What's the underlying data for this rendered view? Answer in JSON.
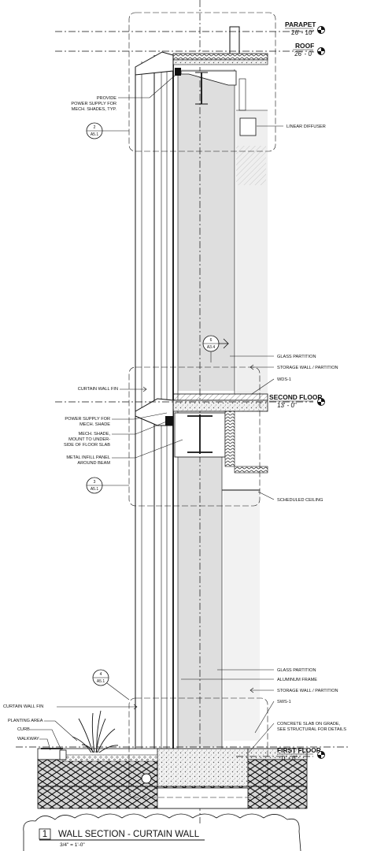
{
  "levels": [
    {
      "key": "parapet",
      "name": "PARAPET",
      "elevation": "26' - 10\""
    },
    {
      "key": "roof",
      "name": "ROOF",
      "elevation": "26' - 0\""
    },
    {
      "key": "second",
      "name": "SECOND FLOOR",
      "elevation": "13' - 0\""
    },
    {
      "key": "first",
      "name": "FIRST FLOOR",
      "elevation": "0' - 0\""
    }
  ],
  "annotations": {
    "power_supply_top": [
      "PROVIDE",
      "POWER SUPPLY FOR",
      "MECH. SHADES, TYP."
    ],
    "linear_diffuser": [
      "LINEAR DIFFUSER"
    ],
    "glass_partition_upper": [
      "GLASS PARTITION"
    ],
    "storage_wall_upper": [
      "STORAGE WALL / PARTITION"
    ],
    "wds": [
      "WDS-1"
    ],
    "curtain_wall_fin_upper": [
      "CURTAIN WALL FIN"
    ],
    "power_supply_mid": [
      "POWER SUPPLY FOR",
      "MECH. SHADE"
    ],
    "mech_shade": [
      "MECH. SHADE,",
      "MOUNT TO UNDER-",
      "SIDE OF FLOOR SLAB"
    ],
    "metal_infill": [
      "METAL INFILL PANEL",
      "AROUND BEAM"
    ],
    "scheduled_ceiling": [
      "SCHEDULED CEILING"
    ],
    "glass_partition_lower": [
      "GLASS PARTITION"
    ],
    "aluminum_frame": [
      "ALUMINUM FRAME"
    ],
    "storage_wall_lower": [
      "STORAGE WALL / PARTITION"
    ],
    "sws": [
      "SWS-1"
    ],
    "concrete_slab": [
      "CONCRETE SLAB ON GRADE,",
      "SEE STRUCTURAL FOR DETAILS"
    ],
    "curtain_wall_fin_lower": [
      "CURTAIN WALL FIN"
    ],
    "planting_area": [
      "PLANTING AREA"
    ],
    "curb": [
      "CURB"
    ],
    "walkway": [
      "WALKWAY"
    ]
  },
  "detail_tags": [
    {
      "key": "d2",
      "number": "2",
      "sheet": "A5.1"
    },
    {
      "key": "d3",
      "number": "3",
      "sheet": "A5.1"
    },
    {
      "key": "d4",
      "number": "4",
      "sheet": "A5.1"
    },
    {
      "key": "d6",
      "number": "6",
      "sheet": "A3.4"
    }
  ],
  "view_title": {
    "number": "1",
    "title": "WALL SECTION - CURTAIN WALL",
    "scale": "3/4\" = 1'-0\""
  }
}
